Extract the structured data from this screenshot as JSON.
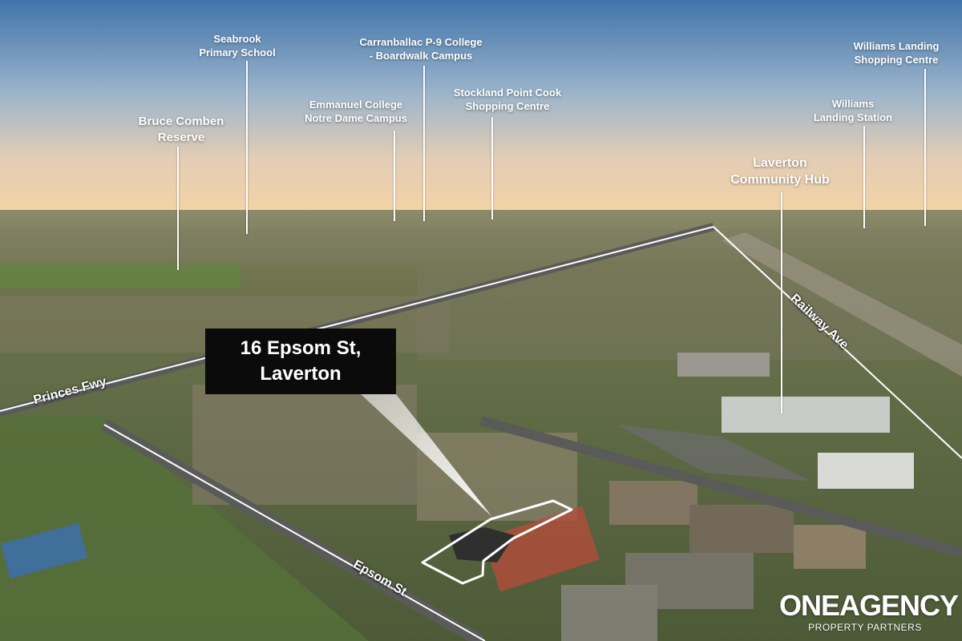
{
  "photo": {
    "description_colors": {
      "sky_top": "#4d7fb3",
      "horizon": "#f1d3ab",
      "ground": "#5d6b45",
      "callout_bg": "#0b0b0b",
      "boundary": "#ffffff"
    }
  },
  "points_of_interest": [
    {
      "id": "seabrook",
      "lines": [
        "Seabrook",
        "Primary School"
      ]
    },
    {
      "id": "carranballac",
      "lines": [
        "Carranballac P-9 College",
        "- Boardwalk Campus"
      ]
    },
    {
      "id": "stockland",
      "lines": [
        "Stockland Point Cook",
        "Shopping Centre"
      ]
    },
    {
      "id": "emmanuel",
      "lines": [
        "Emmanuel College",
        "Notre Dame Campus"
      ]
    },
    {
      "id": "bruce",
      "lines": [
        "Bruce Comben",
        "Reserve"
      ]
    },
    {
      "id": "williams_landing_sc",
      "lines": [
        "Williams Landing",
        "Shopping Centre"
      ]
    },
    {
      "id": "williams_station",
      "lines": [
        "Williams",
        "Landing Station"
      ]
    },
    {
      "id": "laverton_hub",
      "lines": [
        "Laverton",
        "Community Hub"
      ]
    }
  ],
  "roads": {
    "princes": "Princes Fwy",
    "railway": "Railway Ave",
    "epsom": "Epsom St"
  },
  "property": {
    "line1": "16 Epsom St,",
    "line2": "Laverton"
  },
  "brand": {
    "name": "ONEAGENCY",
    "tagline": "PROPERTY PARTNERS"
  }
}
